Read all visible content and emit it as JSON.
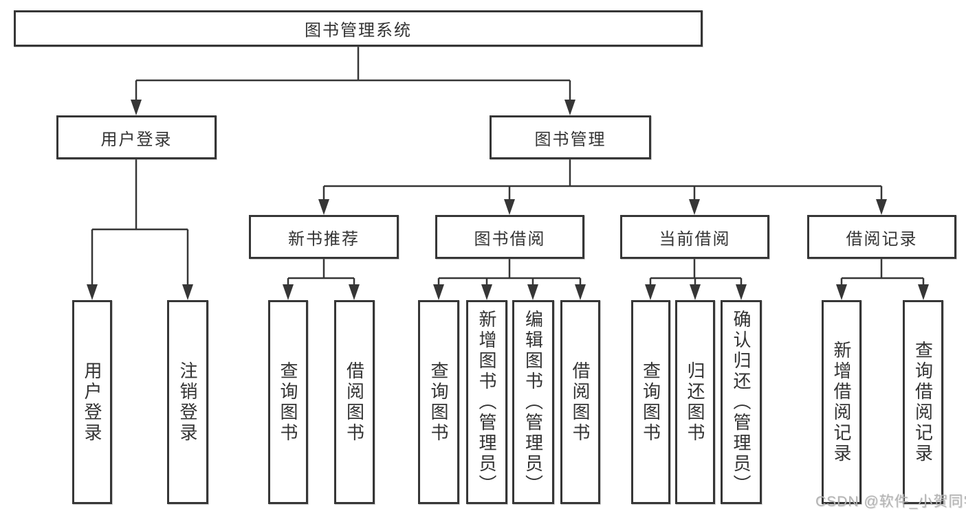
{
  "colors": {
    "line": "#363636",
    "box_border": "#363636",
    "text": "#333333",
    "background": "#ffffff",
    "watermark": "#b3b3b3"
  },
  "watermark": {
    "text": "CSDN @软件_小贺同学"
  },
  "tree": {
    "root": {
      "label": "图书管理系统",
      "children": [
        {
          "label": "用户登录",
          "children": [
            {
              "label": "用户登录"
            },
            {
              "label": "注销登录"
            }
          ]
        },
        {
          "label": "图书管理",
          "children": [
            {
              "label": "新书推荐",
              "children": [
                {
                  "label": "查询图书"
                },
                {
                  "label": "借阅图书"
                }
              ]
            },
            {
              "label": "图书借阅",
              "children": [
                {
                  "label": "查询图书"
                },
                {
                  "label": "新增图书（管理员）"
                },
                {
                  "label": "编辑图书（管理员）"
                },
                {
                  "label": "借阅图书"
                }
              ]
            },
            {
              "label": "当前借阅",
              "children": [
                {
                  "label": "查询图书"
                },
                {
                  "label": "归还图书"
                },
                {
                  "label": "确认归还（管理员）"
                }
              ]
            },
            {
              "label": "借阅记录",
              "children": [
                {
                  "label": "新增借阅记录"
                },
                {
                  "label": "查询借阅记录"
                }
              ]
            }
          ]
        }
      ]
    }
  }
}
